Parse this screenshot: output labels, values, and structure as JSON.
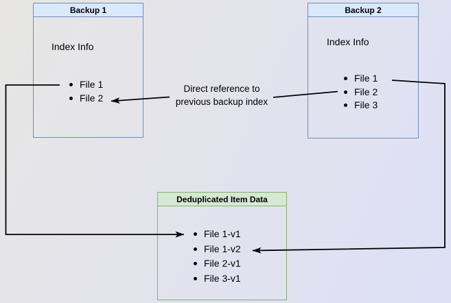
{
  "colors": {
    "blue_fill": "#dae8fc",
    "blue_stroke": "#6c8ebf",
    "green_fill": "#d5e8d4",
    "green_stroke": "#82b366",
    "arrow_color": "#000000"
  },
  "diagram": {
    "backup1": {
      "title": "Backup 1",
      "section_label": "Index Info",
      "files": [
        "File 1",
        "File 2"
      ]
    },
    "backup2": {
      "title": "Backup 2",
      "section_label": "Index Info",
      "files": [
        "File 1",
        "File 2",
        "File 3"
      ]
    },
    "dedup": {
      "title": "Deduplicated Item Data",
      "files": [
        "File 1-v1",
        "File 1-v2",
        "File 2-v1",
        "File 3-v1"
      ]
    },
    "annotation": {
      "line1": "Direct reference to",
      "line2": "previous backup index"
    }
  }
}
